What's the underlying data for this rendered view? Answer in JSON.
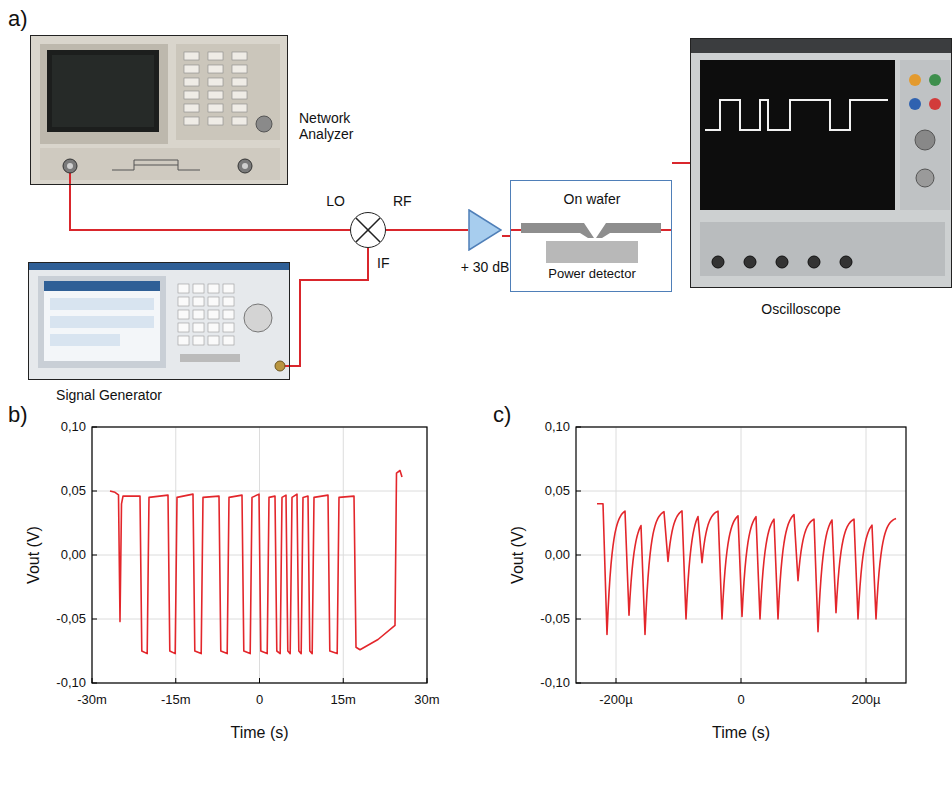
{
  "diagram": {
    "nodes": [
      {
        "text": [
          "Network Analyzer"
        ]
      },
      {
        "text": [
          "LO",
          "RF",
          "IF"
        ]
      },
      {
        "text": [
          "+ 30 dB"
        ]
      },
      {
        "text": [
          "On wafer"
        ]
      },
      {
        "text": [
          "Power detector"
        ],
        "in": 3
      },
      {
        "text": [
          "Oscilloscope"
        ]
      },
      {
        "text": [
          "Signal Generator"
        ]
      }
    ],
    "edges": [
      {
        "from": 0,
        "to": 1,
        "arrow": "none"
      },
      {
        "from": 6,
        "to": 1,
        "arrow": "none"
      },
      {
        "from": 1,
        "to": 2,
        "arrow": "none"
      },
      {
        "from": 2,
        "to": 3,
        "arrow": "none"
      },
      {
        "from": 3,
        "to": 5,
        "arrow": "none"
      }
    ],
    "labels": [
      "a)",
      "b)",
      "c)",
      "0,10",
      "0,05",
      "0,00",
      "-0,05",
      "-0,10",
      "-30m",
      "-15m",
      "0",
      "15m",
      "30m",
      "Vout (V)",
      "Time (s)",
      "0,10",
      "0,05",
      "0,00",
      "-0,05",
      "-0,10",
      "-200µ",
      "0",
      "200µ",
      "Vout (V)",
      "Time (s)"
    ]
  }
}
